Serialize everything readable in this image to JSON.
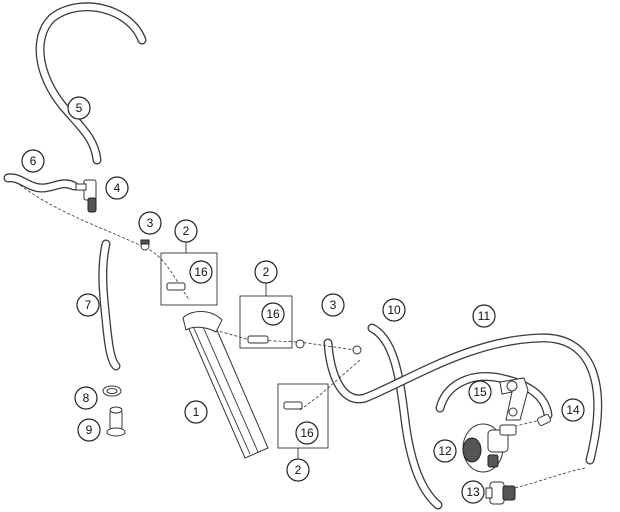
{
  "callouts": [
    {
      "id": "c1",
      "label": "1"
    },
    {
      "id": "c2a",
      "label": "2"
    },
    {
      "id": "c2b",
      "label": "2"
    },
    {
      "id": "c2c",
      "label": "2"
    },
    {
      "id": "c3a",
      "label": "3"
    },
    {
      "id": "c3b",
      "label": "3"
    },
    {
      "id": "c4",
      "label": "4"
    },
    {
      "id": "c5",
      "label": "5"
    },
    {
      "id": "c6",
      "label": "6"
    },
    {
      "id": "c7",
      "label": "7"
    },
    {
      "id": "c8",
      "label": "8"
    },
    {
      "id": "c9",
      "label": "9"
    },
    {
      "id": "c10",
      "label": "10"
    },
    {
      "id": "c11",
      "label": "11"
    },
    {
      "id": "c12",
      "label": "12"
    },
    {
      "id": "c13",
      "label": "13"
    },
    {
      "id": "c14",
      "label": "14"
    },
    {
      "id": "c15",
      "label": "15"
    },
    {
      "id": "c16a",
      "label": "16"
    },
    {
      "id": "c16b",
      "label": "16"
    },
    {
      "id": "c16c",
      "label": "16"
    }
  ]
}
